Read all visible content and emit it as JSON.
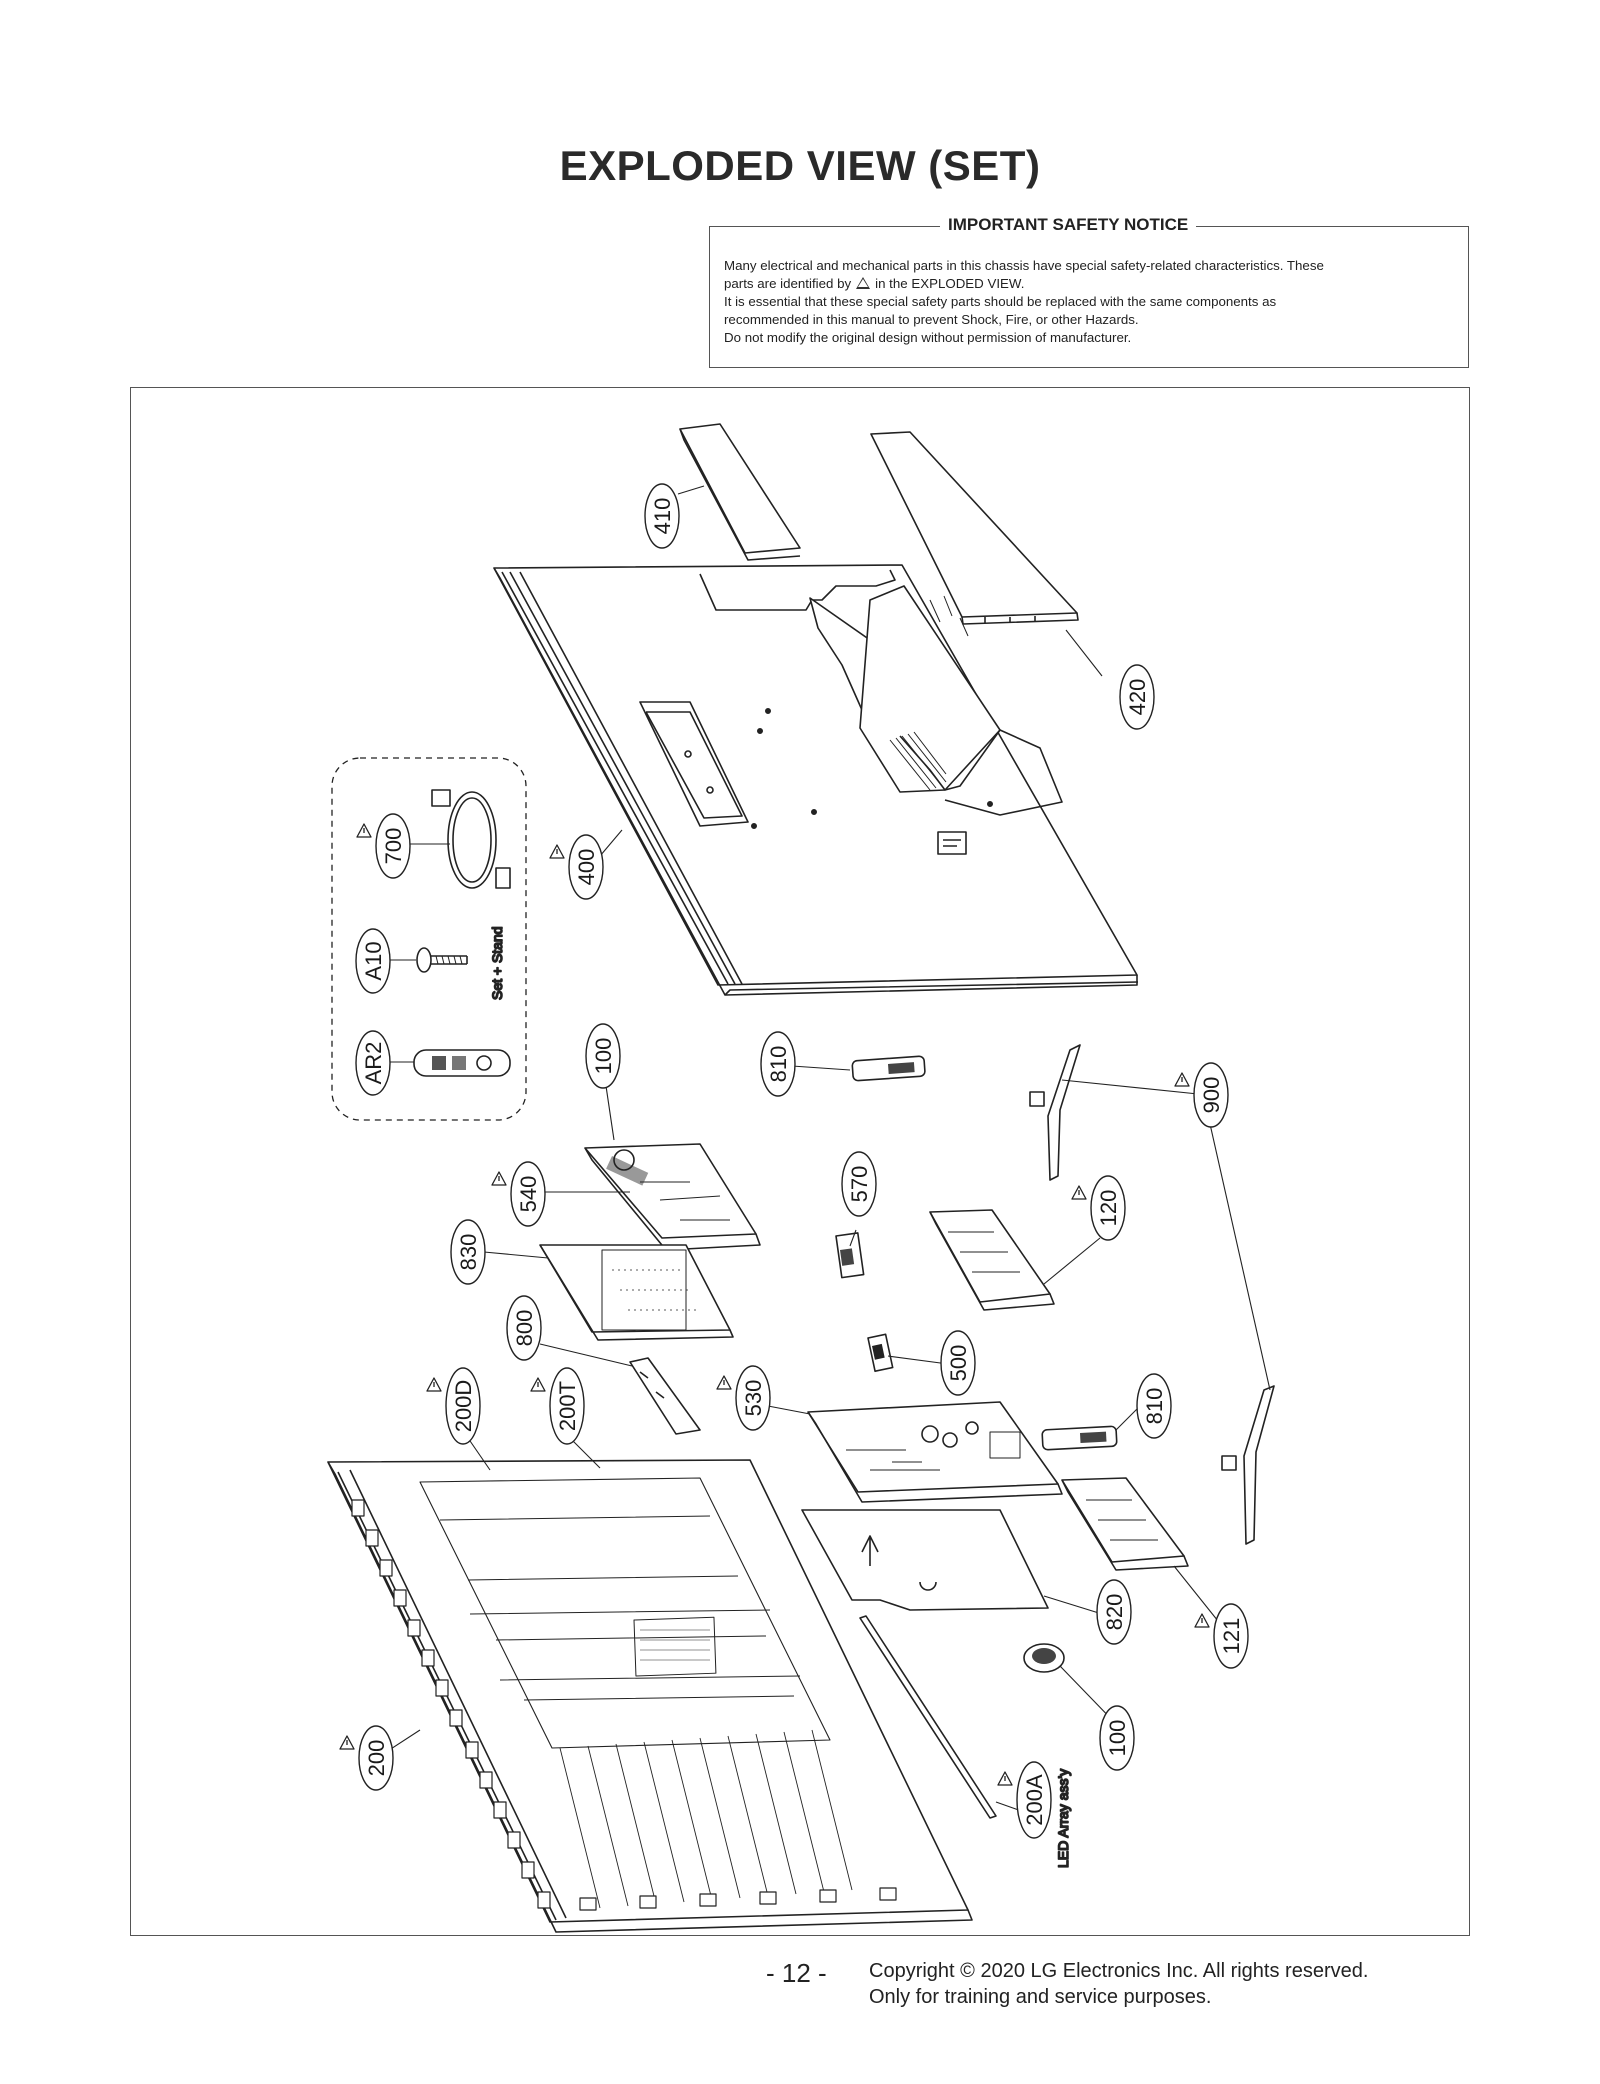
{
  "title": "EXPLODED VIEW (SET)",
  "notice": {
    "heading": "IMPORTANT SAFETY NOTICE",
    "line1": "Many electrical and mechanical parts in this chassis have special safety-related characteristics. These",
    "line2_before": "parts are identified by",
    "line2_after": "in the EXPLODED VIEW.",
    "line3": "It is essential that these special safety parts should be replaced with the same components as",
    "line4": "recommended in this manual to prevent Shock, Fire, or other Hazards.",
    "line5": "Do not modify the original design without permission of manufacturer."
  },
  "parts": [
    {
      "id": "410",
      "safety": false
    },
    {
      "id": "420",
      "safety": false
    },
    {
      "id": "400",
      "safety": true
    },
    {
      "id": "700",
      "safety": true
    },
    {
      "id": "A10",
      "safety": false
    },
    {
      "id": "AR2",
      "safety": false
    },
    {
      "id": "100",
      "safety": false
    },
    {
      "id": "810",
      "safety": false
    },
    {
      "id": "900",
      "safety": true
    },
    {
      "id": "540",
      "safety": true
    },
    {
      "id": "570",
      "safety": false
    },
    {
      "id": "120",
      "safety": true
    },
    {
      "id": "830",
      "safety": false
    },
    {
      "id": "800",
      "safety": false
    },
    {
      "id": "500",
      "safety": false
    },
    {
      "id": "200D",
      "safety": true
    },
    {
      "id": "200T",
      "safety": true
    },
    {
      "id": "530",
      "safety": true
    },
    {
      "id": "810",
      "safety": false
    },
    {
      "id": "820",
      "safety": false
    },
    {
      "id": "121",
      "safety": true
    },
    {
      "id": "200",
      "safety": true
    },
    {
      "id": "100",
      "safety": false
    },
    {
      "id": "200A",
      "safety": true
    }
  ],
  "labels": {
    "set_stand": "Set + Stand",
    "led_array": "LED Array ass'y"
  },
  "footer": {
    "page": "- 12 -",
    "copyright": "Copyright © 2020 LG Electronics Inc. All rights reserved.",
    "purpose": "Only for training and service purposes."
  }
}
